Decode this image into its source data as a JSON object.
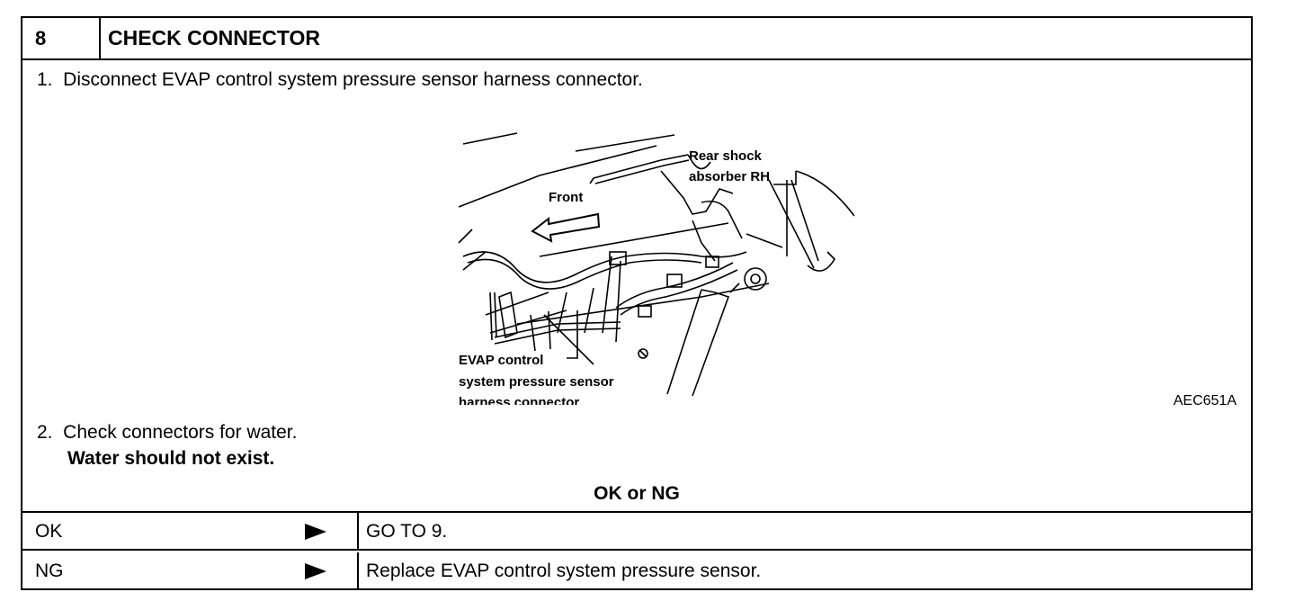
{
  "header": {
    "step_number": "8",
    "title": "CHECK CONNECTOR"
  },
  "steps": [
    {
      "text": "1.  Disconnect EVAP control system pressure sensor harness connector."
    },
    {
      "text": "2.  Check connectors for water.",
      "spec": "Water should not exist."
    }
  ],
  "figure": {
    "code": "AEC651A",
    "labels": {
      "front": "Front",
      "shock_line1": "Rear shock",
      "shock_line2": "absorber RH",
      "evap_line1": "EVAP control",
      "evap_line2": "system pressure sensor",
      "evap_line3": "harness connector"
    }
  },
  "result": {
    "heading": "OK or NG",
    "rows": [
      {
        "result": "OK",
        "action": "GO TO 9."
      },
      {
        "result": "NG",
        "action": "Replace EVAP control system pressure sensor."
      }
    ]
  }
}
